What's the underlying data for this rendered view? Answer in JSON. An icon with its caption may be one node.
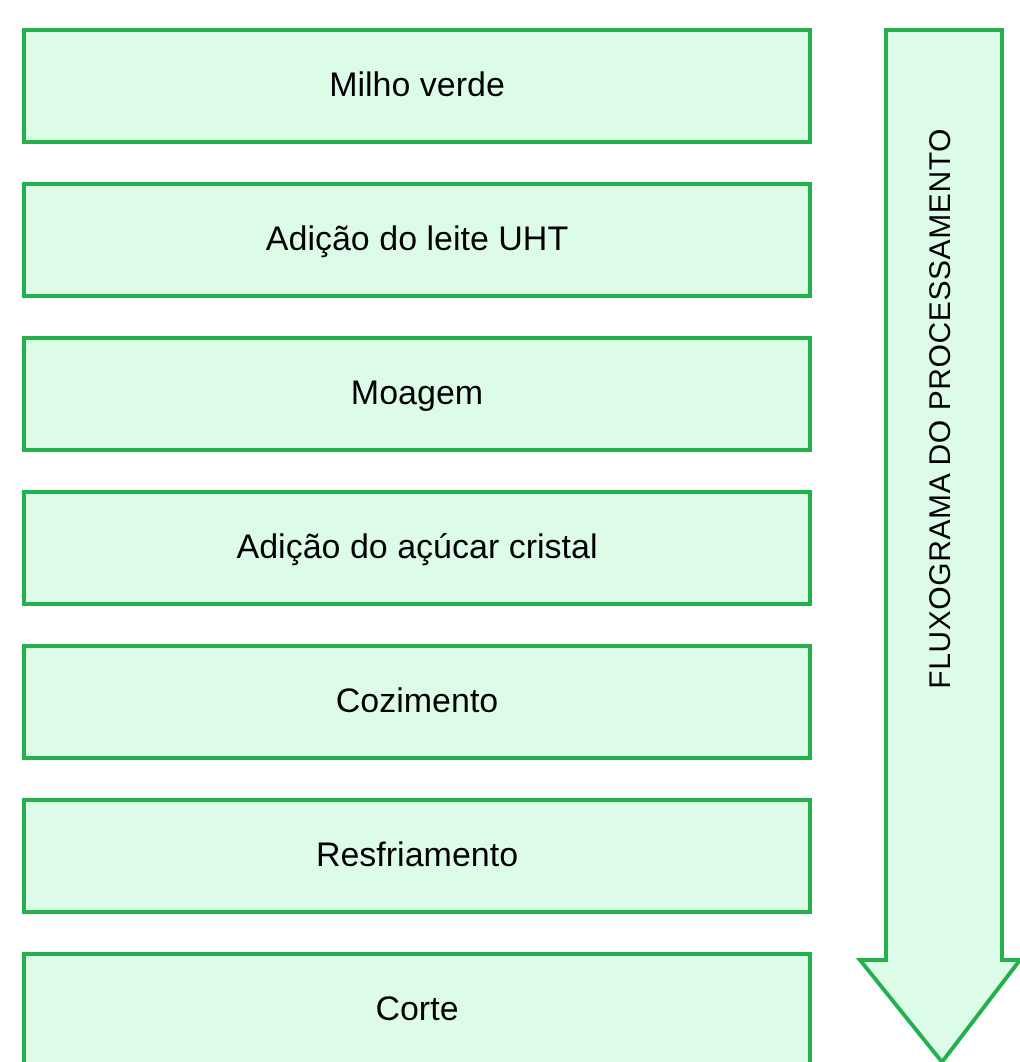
{
  "diagram": {
    "nodes": [
      {
        "text": [
          "Milho verde"
        ]
      },
      {
        "text": [
          "Adição do leite UHT"
        ]
      },
      {
        "text": [
          "Moagem"
        ]
      },
      {
        "text": [
          "Adição do açúcar cristal"
        ]
      },
      {
        "text": [
          "Cozimento"
        ]
      },
      {
        "text": [
          "Resfriamento"
        ]
      },
      {
        "text": [
          "Corte"
        ]
      },
      {
        "text": [
          "FLUXOGRAMA DO PROCESSAMENTO"
        ]
      }
    ]
  }
}
